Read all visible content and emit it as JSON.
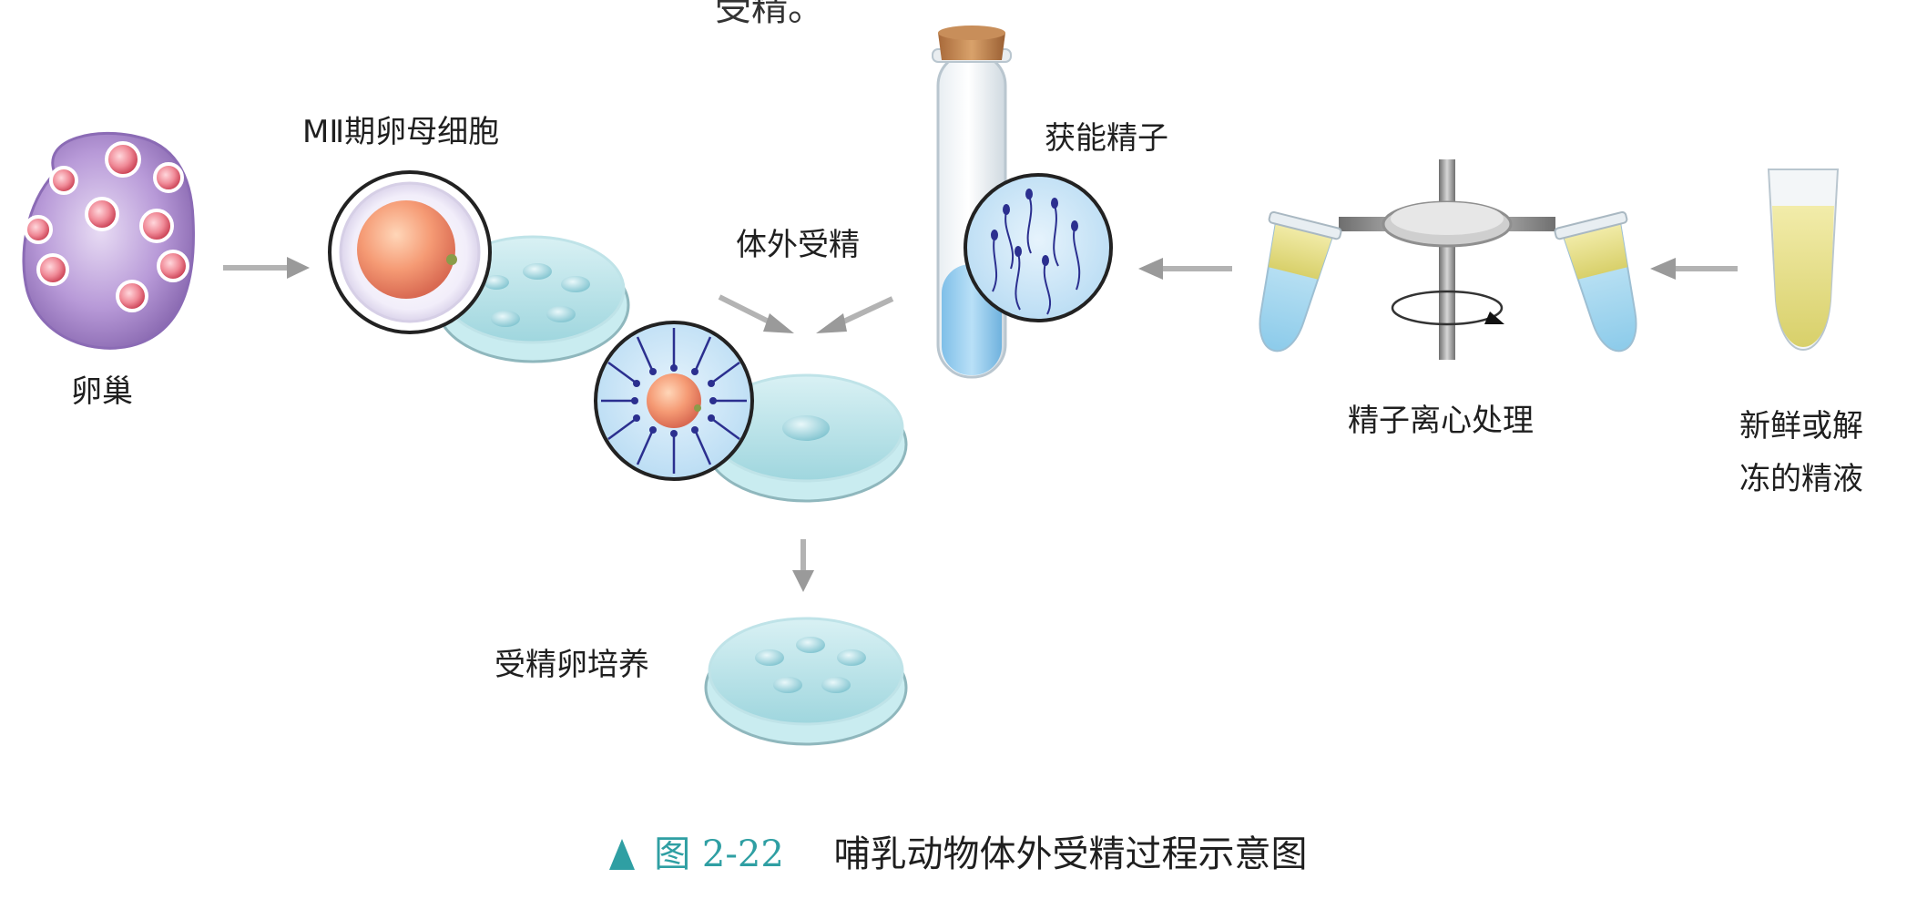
{
  "top_fragment": "受精。",
  "labels": {
    "ovary": "卵巢",
    "oocyte": "MⅡ期卵母细胞",
    "ivf": "体外受精",
    "capacitated_sperm": "获能精子",
    "centrifuge": "精子离心处理",
    "fresh_semen": "新鲜或解\n冻的精液",
    "zygote_culture": "受精卵培养"
  },
  "caption": {
    "figure_number": "图 2-22",
    "title": "哺乳动物体外受精过程示意图"
  },
  "colors": {
    "ovary_purple": "#8b6bb5",
    "follicle_red": "#d9475a",
    "dish_blue": "#aee1e8",
    "tube_blue": "#9fd0ef",
    "semen_yellow": "#e6df88",
    "arrow_gray": "#9a9a9a",
    "accent_teal": "#2f9fa3"
  }
}
